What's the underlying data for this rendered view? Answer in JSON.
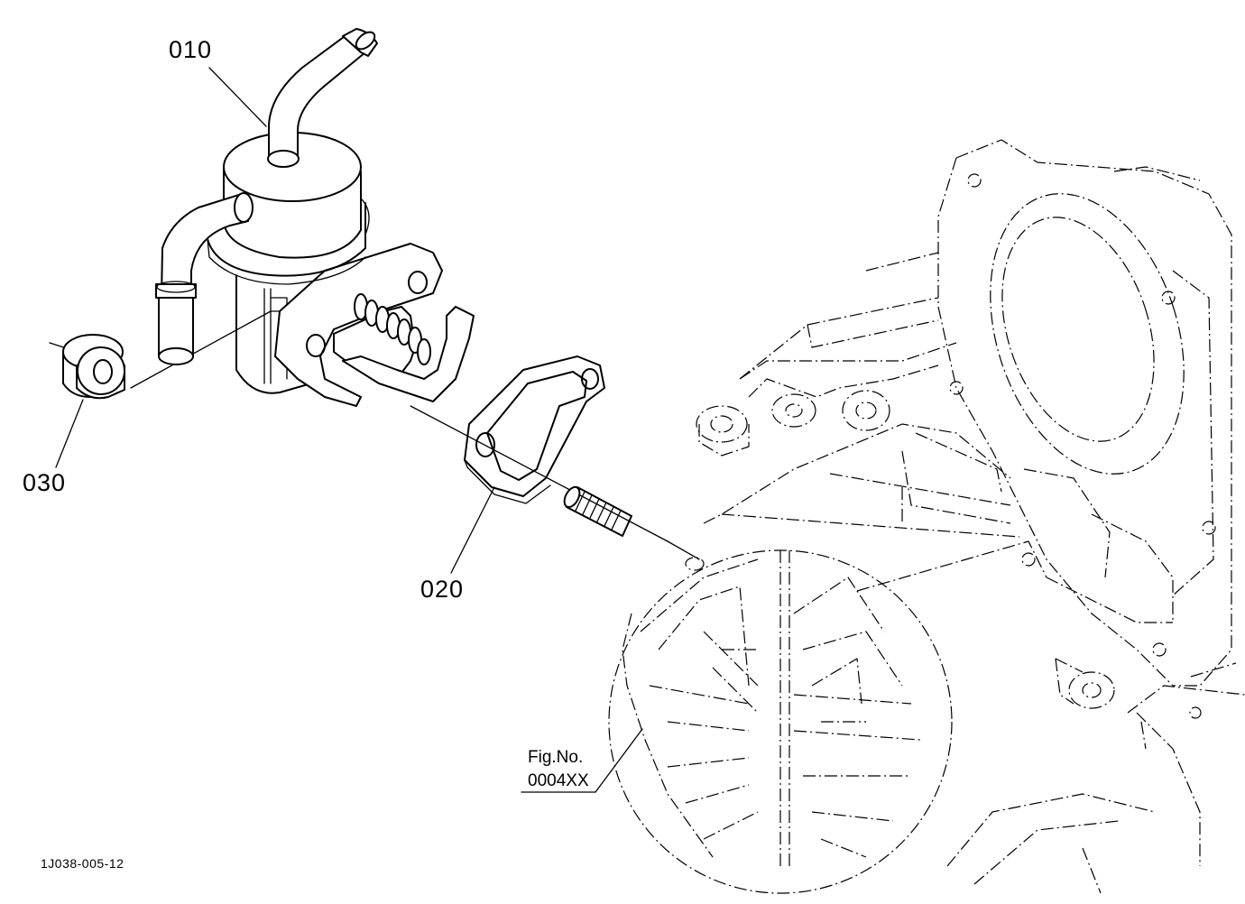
{
  "labels": {
    "part_010": "010",
    "part_020": "020",
    "part_030": "030",
    "fig_ref_line1": "Fig.No.",
    "fig_ref_line2": "0004XX",
    "drawing_code": "1J038-005-12"
  }
}
